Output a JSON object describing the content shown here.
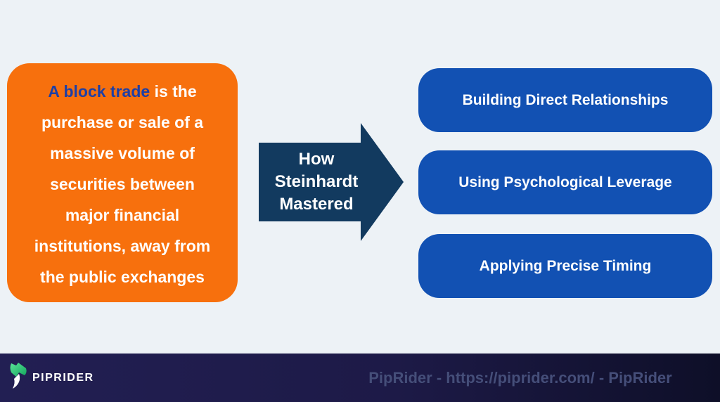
{
  "canvas": {
    "background": "#EDF2F6"
  },
  "left_card": {
    "background": "#F7700D",
    "highlight_color": "#1E3FA5",
    "text_color": "#FFFFFF",
    "highlight_text": "A block trade",
    "line1_rest": " is the",
    "lines": [
      "purchase or sale of a",
      "massive volume of",
      "securities between",
      "major financial",
      "institutions, away from",
      "the public exchanges"
    ]
  },
  "arrow": {
    "background": "#123A5F",
    "lines": [
      "How",
      "Steinhardt",
      "Mastered"
    ]
  },
  "right_boxes": [
    {
      "label": "Building Direct Relationships",
      "background": "#1251B3"
    },
    {
      "label": "Using Psychological Leverage",
      "background": "#1251B3"
    },
    {
      "label": "Applying Precise Timing",
      "background": "#1251B3"
    }
  ],
  "footer": {
    "background_left": "#221F53",
    "background_right": "#0E0F28",
    "brand": "PIPRIDER",
    "logo_icon": "piprider-horse-logo",
    "logo_green": "#2ECC71",
    "credit": "PipRider - https://piprider.com/ - PipRider",
    "credit_color": "#454E79"
  }
}
